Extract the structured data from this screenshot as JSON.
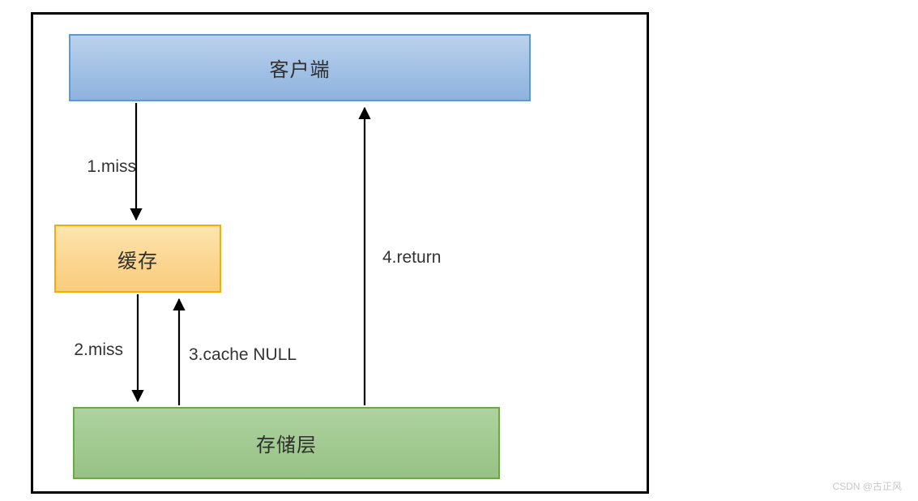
{
  "diagram": {
    "title_hint": "cache miss flow",
    "frame_color": "#000000",
    "arrow_color": "#000000",
    "nodes": {
      "client": {
        "label": "客户端",
        "fill_top": "#bcd2ec",
        "fill_bottom": "#8fb3de",
        "border": "#5b9bd5"
      },
      "cache": {
        "label": "缓存",
        "fill_top": "#fde5b0",
        "fill_bottom": "#facc7d",
        "border": "#f6ac00"
      },
      "storage": {
        "label": "存储层",
        "fill_top": "#aed2a0",
        "fill_bottom": "#97c284",
        "border": "#6ca944"
      }
    },
    "edges": [
      {
        "label": "1.miss",
        "from": "client",
        "to": "cache",
        "direction": "down"
      },
      {
        "label": "2.miss",
        "from": "cache",
        "to": "storage",
        "direction": "down"
      },
      {
        "label": "3.cache NULL",
        "from": "storage",
        "to": "cache",
        "direction": "up"
      },
      {
        "label": "4.return",
        "from": "storage",
        "to": "client",
        "direction": "up"
      }
    ],
    "label_color": "#333333"
  },
  "watermark": {
    "text": "CSDN @古正风"
  }
}
